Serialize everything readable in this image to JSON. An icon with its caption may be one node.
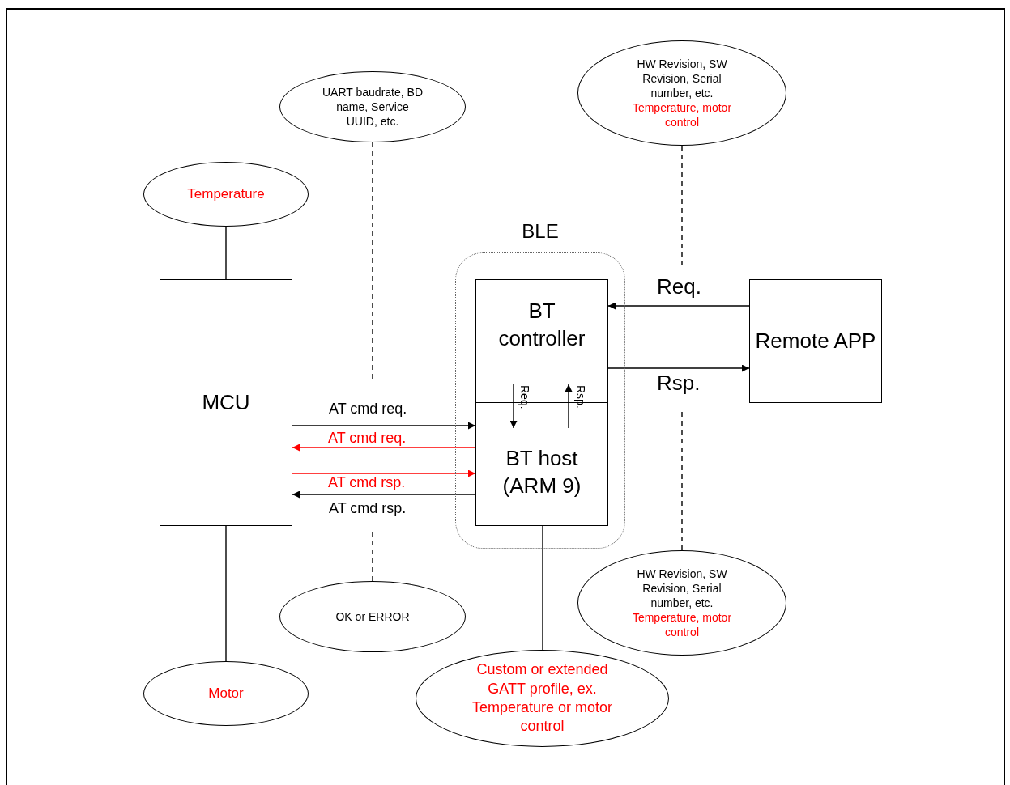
{
  "diagram": {
    "nodes": [
      {
        "text": [
          "UART baudrate, BD name, Service UUID, etc."
        ]
      },
      {
        "text": [
          "HW Revision, SW Revision, Serial number, etc.",
          "Temperature, motor control"
        ]
      },
      {
        "text": [
          "Temperature"
        ]
      },
      {
        "text": [
          "BLE"
        ]
      },
      {
        "text": [
          "MCU"
        ]
      },
      {
        "text": [
          "BT controller"
        ],
        "in": 3
      },
      {
        "text": [
          "BT host (ARM 9)"
        ],
        "in": 3
      },
      {
        "text": [
          "Remote APP"
        ]
      },
      {
        "text": [
          "OK or ERROR"
        ]
      },
      {
        "text": [
          "HW Revision, SW Revision, Serial number, etc.",
          "Temperature, motor control"
        ]
      },
      {
        "text": [
          "Motor"
        ]
      },
      {
        "text": [
          "Custom or extended GATT profile, ex. Temperature or motor control"
        ]
      }
    ],
    "edges": [
      {
        "from": 2,
        "to": 4,
        "arrow": "none"
      },
      {
        "from": 4,
        "to": 10,
        "arrow": "none"
      },
      {
        "from": 0,
        "to": null,
        "arrow": "none",
        "style": "dashed"
      },
      {
        "from": 8,
        "to": null,
        "arrow": "none",
        "style": "dashed"
      },
      {
        "from": 1,
        "to": null,
        "arrow": "none",
        "style": "dashed"
      },
      {
        "from": 9,
        "to": null,
        "arrow": "none",
        "style": "dashed"
      },
      {
        "from": 7,
        "to": 5,
        "arrow": "to",
        "label": "Req."
      },
      {
        "from": 5,
        "to": 7,
        "arrow": "to",
        "label": "Rsp."
      },
      {
        "from": 5,
        "to": 6,
        "arrow": "to",
        "label": "Req."
      },
      {
        "from": 6,
        "to": 5,
        "arrow": "to",
        "label": "Rsp."
      },
      {
        "from": 4,
        "to": 6,
        "arrow": "to",
        "label": "AT cmd req."
      },
      {
        "from": 6,
        "to": 4,
        "arrow": "to",
        "label": "AT cmd req.",
        "color": "#ff0000"
      },
      {
        "from": 4,
        "to": 6,
        "arrow": "to",
        "label": "AT cmd rsp.",
        "color": "#ff0000"
      },
      {
        "from": 6,
        "to": 4,
        "arrow": "to",
        "label": "AT cmd rsp."
      },
      {
        "from": 6,
        "to": 11,
        "arrow": "none"
      }
    ]
  }
}
